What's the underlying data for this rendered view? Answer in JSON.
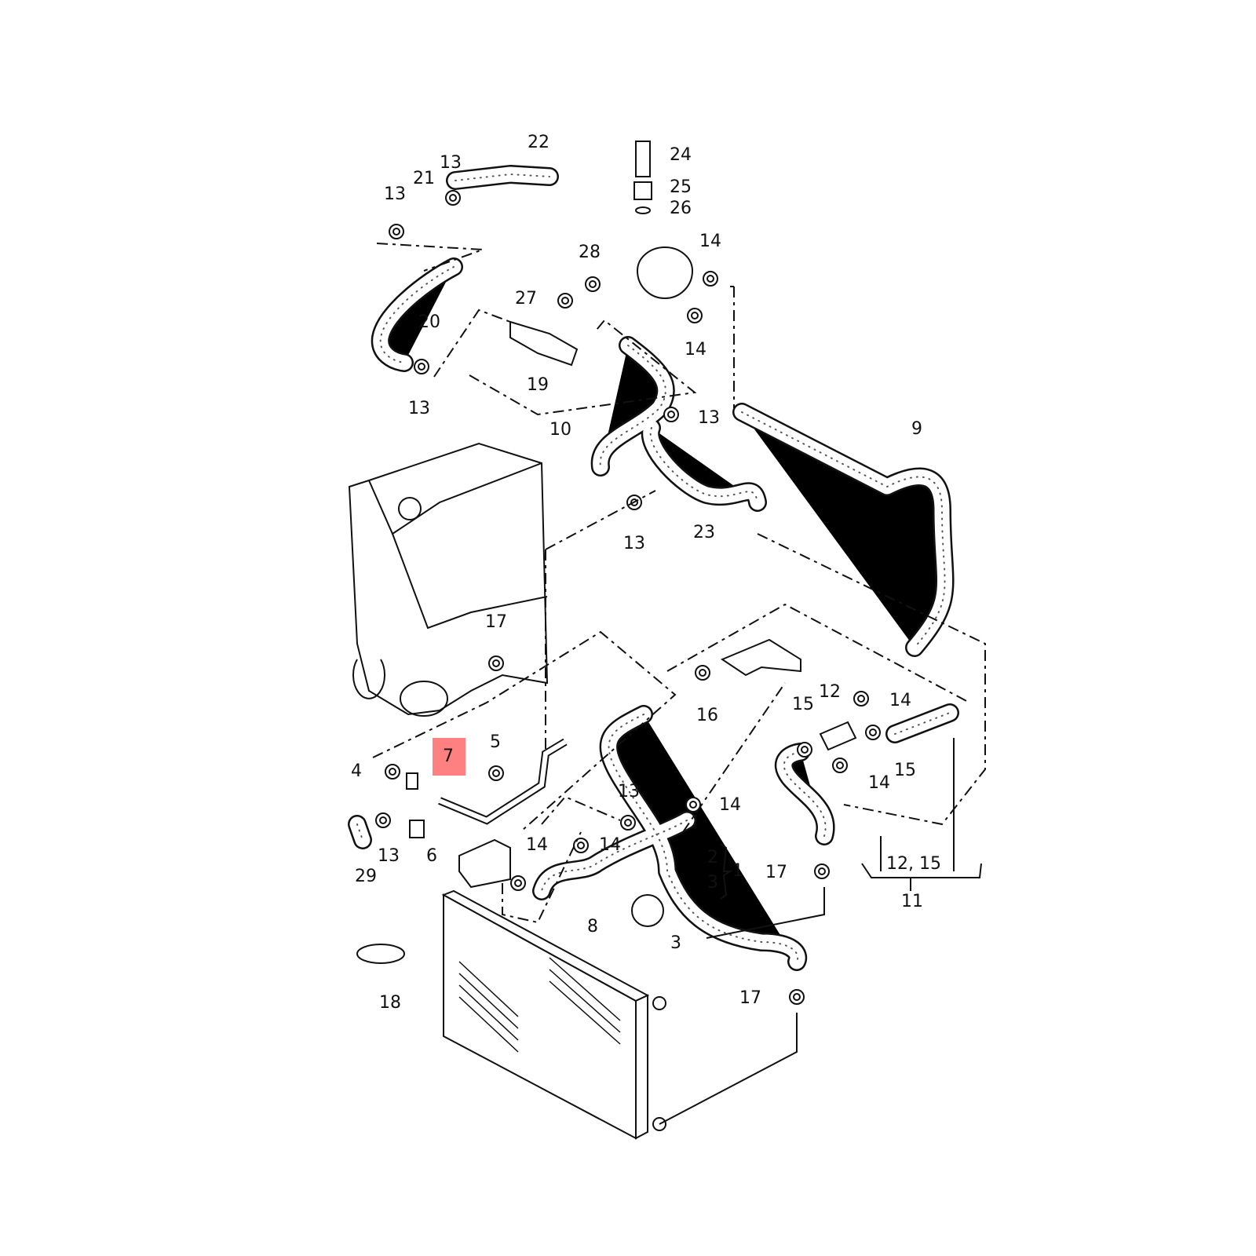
{
  "diagram": {
    "highlight_color": "#ff8080",
    "highlighted_part": "7",
    "labels": [
      "22",
      "24",
      "25",
      "26",
      "13",
      "21",
      "13",
      "28",
      "14",
      "27",
      "20",
      "14",
      "19",
      "13",
      "13",
      "10",
      "9",
      "23",
      "13",
      "17",
      "16",
      "12",
      "14",
      "15",
      "15",
      "14",
      "5",
      "7",
      "4",
      "13",
      "14",
      "14",
      "14",
      "13",
      "6",
      "29",
      "2",
      "1",
      "3",
      "17",
      "12, 15",
      "11",
      "8",
      "3",
      "18",
      "17"
    ]
  }
}
